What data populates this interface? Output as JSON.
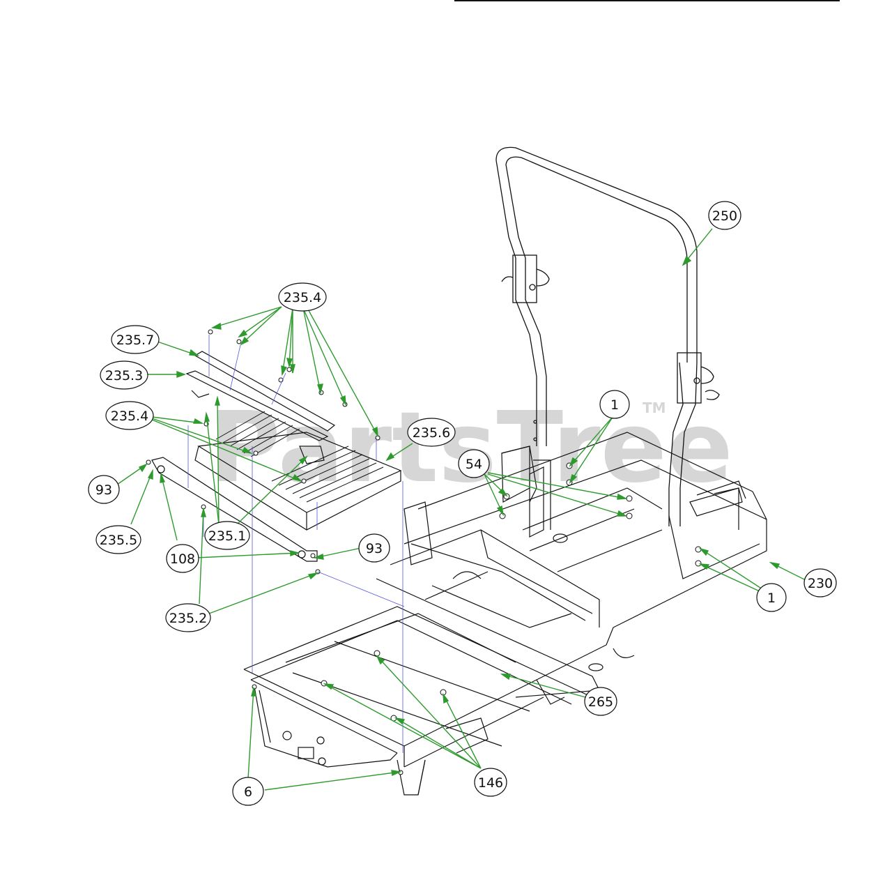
{
  "watermark": {
    "text": "PartsTree",
    "tm": "TM"
  },
  "callouts": {
    "c250": "250",
    "c235_4_top": "235.4",
    "c235_7": "235.7",
    "c235_3": "235.3",
    "c235_4_left": "235.4",
    "c235_6": "235.6",
    "c1_top": "1",
    "c54": "54",
    "c93_left": "93",
    "c235_5": "235.5",
    "c235_1": "235.1",
    "c93_right": "93",
    "c108": "108",
    "c230": "230",
    "c1_right": "1",
    "c235_2": "235.2",
    "c265": "265",
    "c6": "6",
    "c146": "146"
  },
  "colors": {
    "leader": "#2e9a2e",
    "outline": "#111111",
    "guide": "#5555dd",
    "watermark": "#d0d0d0"
  }
}
